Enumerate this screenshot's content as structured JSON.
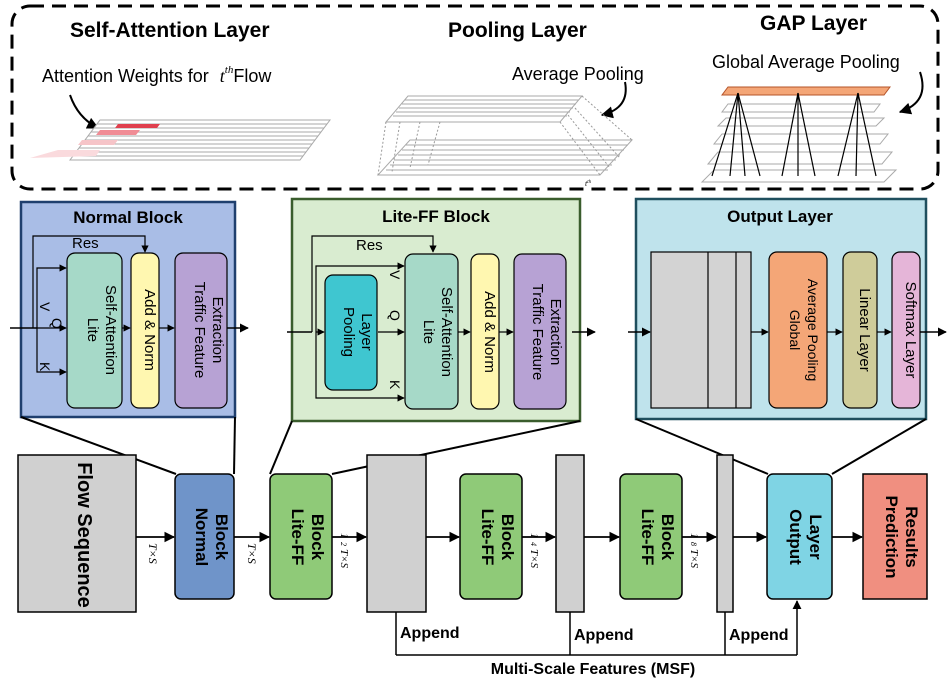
{
  "top": {
    "self_attention_title": "Self-Attention Layer",
    "pooling_title": "Pooling Layer",
    "gap_title": "GAP Layer",
    "attention_weights_prefix": "Attention Weights for",
    "attention_weights_math": "t",
    "attention_weights_sup": "th",
    "attention_weights_suffix": "Flow",
    "average_pooling": "Average Pooling",
    "global_average_pooling": "Global Average Pooling",
    "stray_math": "t",
    "stray_sup": "th"
  },
  "normal_block": {
    "title": "Normal Block",
    "res": "Res",
    "v": "V",
    "q": "Q",
    "k": "K",
    "lite_sa_1": "Lite",
    "lite_sa_2": "Self-Attention",
    "add_norm": "Add & Norm",
    "tfe_1": "Traffic Feature",
    "tfe_2": "Extraction"
  },
  "lite_ff_block": {
    "title": "Lite-FF Block",
    "res": "Res",
    "v": "V",
    "q": "Q",
    "k": "K",
    "pooling_1": "Pooling",
    "pooling_2": "Layer",
    "lite_sa_1": "Lite",
    "lite_sa_2": "Self-Attention",
    "add_norm": "Add & Norm",
    "tfe_1": "Traffic Feature",
    "tfe_2": "Extraction"
  },
  "output_layer_detail": {
    "title": "Output Layer",
    "gap_1": "Global",
    "gap_2": "Average Pooling",
    "linear": "Linear Layer",
    "softmax": "Softmax Layer"
  },
  "pipeline": {
    "flow_sequence": "Flow Sequence",
    "normal_block_1": "Normal",
    "normal_block_2": "Block",
    "lite_ff_1": "Lite-FF",
    "lite_ff_2": "Block",
    "output_1": "Output",
    "output_2": "Layer",
    "prediction_1": "Prediction",
    "prediction_2": "Results",
    "dim_full": "T×S",
    "frac_half_num": "1",
    "frac_half_den": "2",
    "frac_quarter_num": "1",
    "frac_quarter_den": "4",
    "frac_eighth_num": "1",
    "frac_eighth_den": "8",
    "append": "Append",
    "msf": "Multi-Scale Features (MSF)"
  },
  "colors": {
    "normal_block_bg": "#a9bde6",
    "normal_block_border": "#1f3f6e",
    "lite_ff_bg": "#d9ecd0",
    "lite_ff_border": "#3a5d2d",
    "output_bg": "#bfe3ec",
    "output_border": "#1f4f5e",
    "lite_sa": "#a6d9c8",
    "add_norm": "#fff7b0",
    "tfe": "#b7a2d4",
    "pooling": "#3fc6d0",
    "gap": "#f4a677",
    "linear": "#cfcc9a",
    "softmax": "#e5b5d8",
    "flow_seq": "#d0d0d0",
    "normal_pipe": "#6f94c9",
    "lite_ff_pipe": "#8fca78",
    "output_pipe": "#7fd4e4",
    "prediction": "#f08f80",
    "attention_red": "#e0404e"
  }
}
